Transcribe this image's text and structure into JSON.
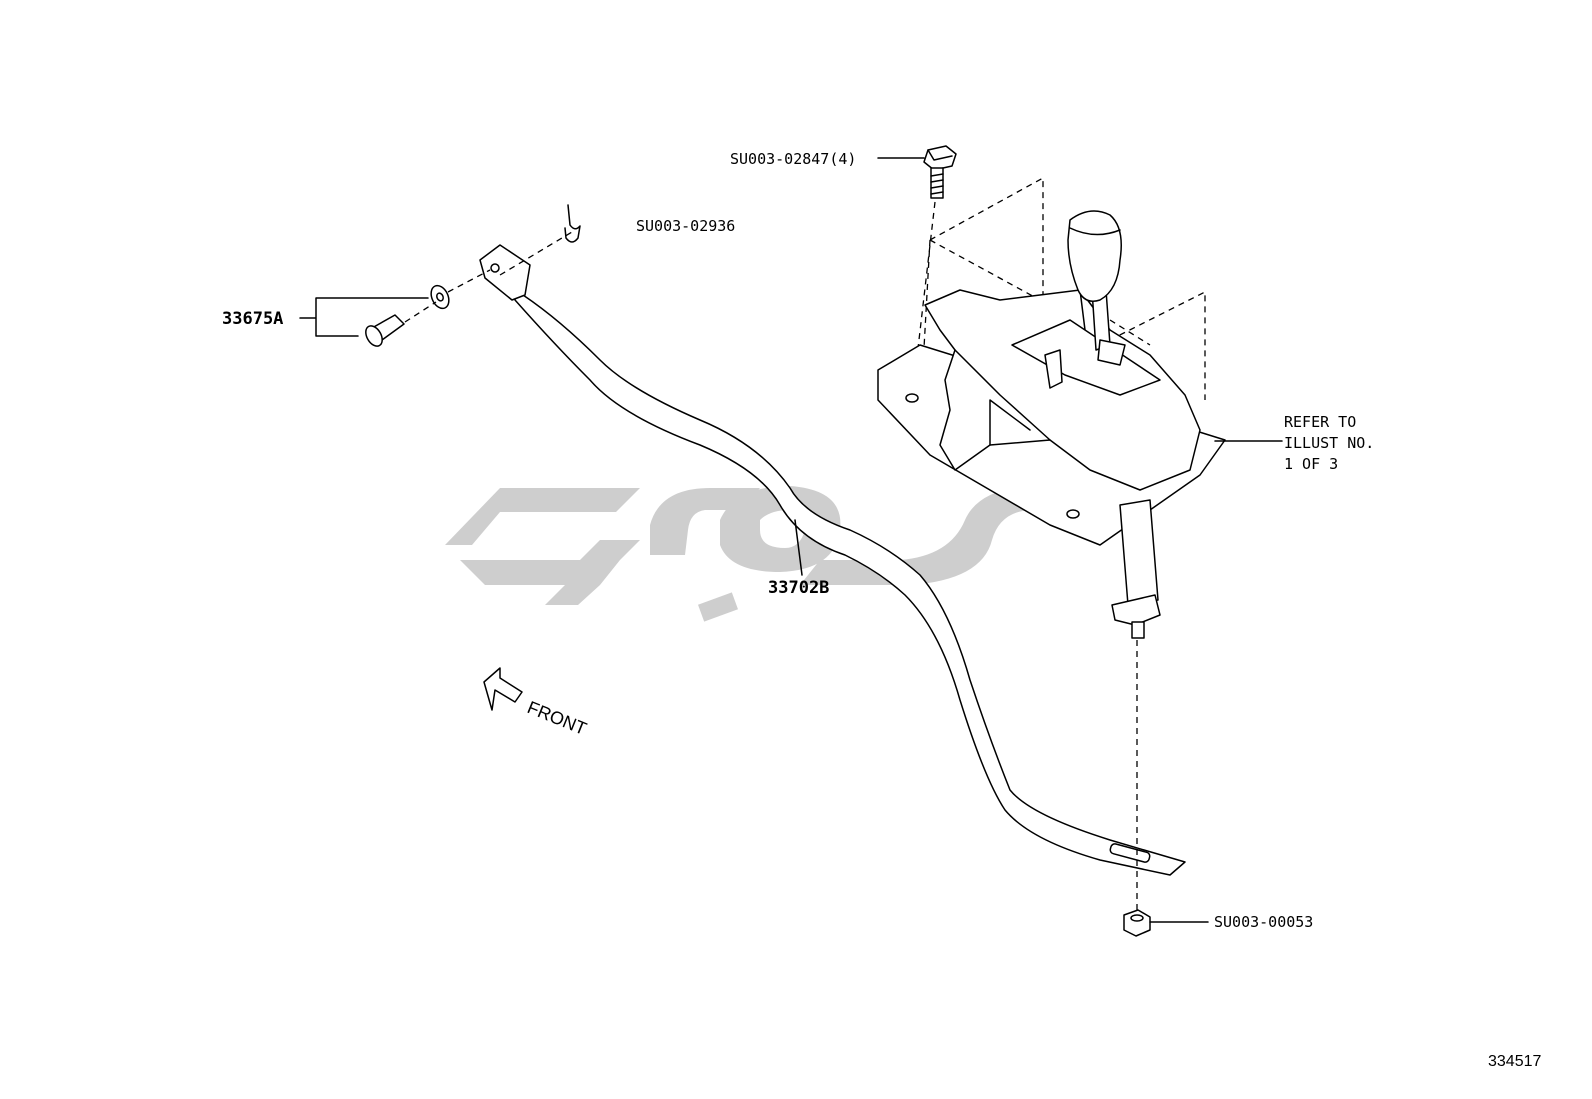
{
  "callouts": {
    "bolt_top": "SU003-02847(4)",
    "clip": "SU003-02936",
    "pin_washer": "33675A",
    "rod": "33702B",
    "nut": "SU003-00053"
  },
  "refer_note": {
    "line1": "REFER TO",
    "line2": "ILLUST NO.",
    "line3": "1 OF 3"
  },
  "front_label": "FRONT",
  "illustration_number": "334517",
  "watermark": {
    "present": true,
    "color": "#c6c6c6"
  },
  "icons": [
    "arrow-front-icon",
    "bolt-icon",
    "clip-icon",
    "washer-icon",
    "pin-icon",
    "nut-icon",
    "shift-knob-icon"
  ]
}
